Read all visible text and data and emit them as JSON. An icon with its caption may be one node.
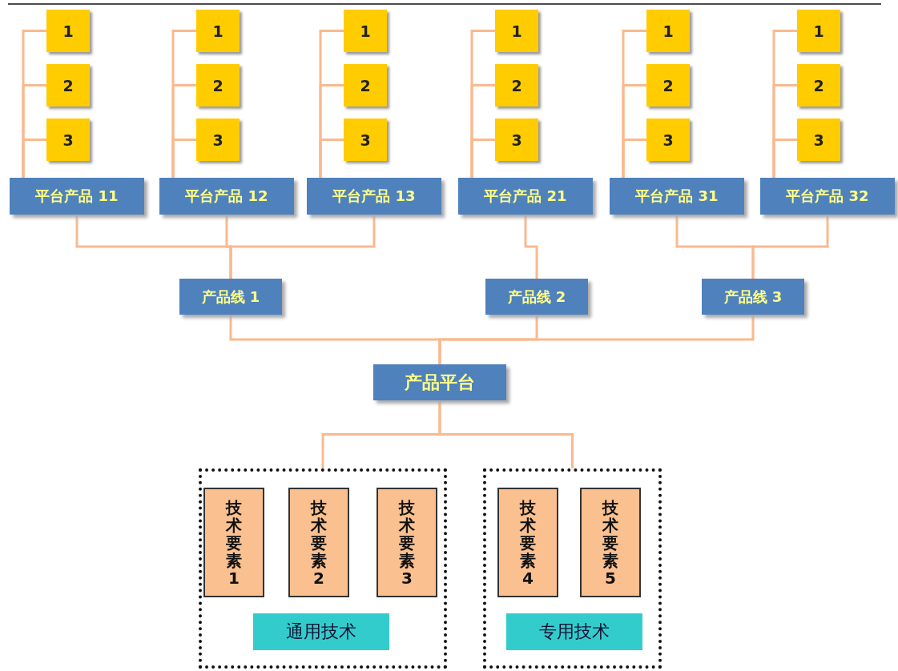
{
  "diagram": {
    "nodes": [
      {
        "text": [
          "1"
        ]
      },
      {
        "text": [
          "2"
        ]
      },
      {
        "text": [
          "3"
        ]
      },
      {
        "text": [
          "1"
        ]
      },
      {
        "text": [
          "2"
        ]
      },
      {
        "text": [
          "3"
        ]
      },
      {
        "text": [
          "1"
        ]
      },
      {
        "text": [
          "2"
        ]
      },
      {
        "text": [
          "3"
        ]
      },
      {
        "text": [
          "1"
        ]
      },
      {
        "text": [
          "2"
        ]
      },
      {
        "text": [
          "3"
        ]
      },
      {
        "text": [
          "1"
        ]
      },
      {
        "text": [
          "2"
        ]
      },
      {
        "text": [
          "3"
        ]
      },
      {
        "text": [
          "1"
        ]
      },
      {
        "text": [
          "2"
        ]
      },
      {
        "text": [
          "3"
        ]
      },
      {
        "text": [
          "平台产品 11"
        ]
      },
      {
        "text": [
          "平台产品 12"
        ]
      },
      {
        "text": [
          "平台产品 13"
        ]
      },
      {
        "text": [
          "平台产品 21"
        ]
      },
      {
        "text": [
          "平台产品 31"
        ]
      },
      {
        "text": [
          "平台产品 32"
        ]
      },
      {
        "text": [
          "产品线 1"
        ]
      },
      {
        "text": [
          "产品线 2"
        ]
      },
      {
        "text": [
          "产品线 3"
        ]
      },
      {
        "text": [
          "产品平台"
        ]
      },
      {
        "text": [],
        "shape": "box"
      },
      {
        "text": [
          "技术要素1"
        ],
        "in": 28
      },
      {
        "text": [
          "技术要素2"
        ],
        "in": 28
      },
      {
        "text": [
          "技术要素3"
        ],
        "in": 28
      },
      {
        "text": [
          "通用技术"
        ],
        "in": 28
      },
      {
        "text": [],
        "shape": "box"
      },
      {
        "text": [
          "技术要素4"
        ],
        "in": 33
      },
      {
        "text": [
          "技术要素5"
        ],
        "in": 33
      },
      {
        "text": [
          "专用技术"
        ],
        "in": 33
      }
    ],
    "edges": [
      {
        "from": 18,
        "to": 0,
        "arrow": "none"
      },
      {
        "from": 18,
        "to": 1,
        "arrow": "none"
      },
      {
        "from": 18,
        "to": 2,
        "arrow": "none"
      },
      {
        "from": 19,
        "to": 3,
        "arrow": "none"
      },
      {
        "from": 19,
        "to": 4,
        "arrow": "none"
      },
      {
        "from": 19,
        "to": 5,
        "arrow": "none"
      },
      {
        "from": 20,
        "to": 6,
        "arrow": "none"
      },
      {
        "from": 20,
        "to": 7,
        "arrow": "none"
      },
      {
        "from": 20,
        "to": 8,
        "arrow": "none"
      },
      {
        "from": 21,
        "to": 9,
        "arrow": "none"
      },
      {
        "from": 21,
        "to": 10,
        "arrow": "none"
      },
      {
        "from": 21,
        "to": 11,
        "arrow": "none"
      },
      {
        "from": 22,
        "to": 12,
        "arrow": "none"
      },
      {
        "from": 22,
        "to": 13,
        "arrow": "none"
      },
      {
        "from": 22,
        "to": 14,
        "arrow": "none"
      },
      {
        "from": 23,
        "to": 15,
        "arrow": "none"
      },
      {
        "from": 23,
        "to": 16,
        "arrow": "none"
      },
      {
        "from": 23,
        "to": 17,
        "arrow": "none"
      },
      {
        "from": 18,
        "to": 24,
        "arrow": "none"
      },
      {
        "from": 19,
        "to": 24,
        "arrow": "none"
      },
      {
        "from": 20,
        "to": 24,
        "arrow": "none"
      },
      {
        "from": 21,
        "to": 25,
        "arrow": "none"
      },
      {
        "from": 22,
        "to": 26,
        "arrow": "none"
      },
      {
        "from": 23,
        "to": 26,
        "arrow": "none"
      },
      {
        "from": 24,
        "to": 27,
        "arrow": "none"
      },
      {
        "from": 25,
        "to": 27,
        "arrow": "none"
      },
      {
        "from": 26,
        "to": 27,
        "arrow": "none"
      },
      {
        "from": 27,
        "to": 28,
        "arrow": "none"
      },
      {
        "from": 27,
        "to": 33,
        "arrow": "none"
      }
    ]
  }
}
